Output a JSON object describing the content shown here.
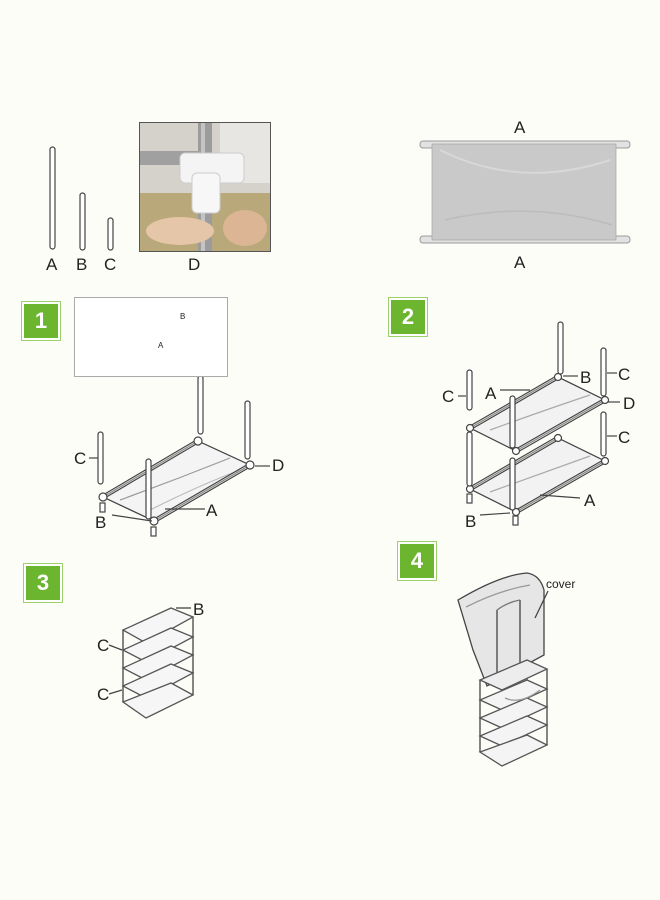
{
  "parts": {
    "rod_a": "A",
    "rod_b": "B",
    "rod_c": "C",
    "connector_d": "D",
    "shelf_top": "A",
    "shelf_bottom": "A"
  },
  "steps": [
    {
      "number": "1"
    },
    {
      "number": "2"
    },
    {
      "number": "3"
    },
    {
      "number": "4"
    }
  ],
  "step1": {
    "inset_b": "B",
    "inset_a": "A",
    "label_c": "C",
    "label_d": "D",
    "label_b": "B",
    "label_a": "A"
  },
  "step2": {
    "label_c_left": "C",
    "label_a_top": "A",
    "label_b_top": "B",
    "label_c_top_right": "C",
    "label_d": "D",
    "label_c_mid_right": "C",
    "label_a_bottom": "A",
    "label_b_bottom": "B"
  },
  "step3": {
    "label_b": "B",
    "label_c_top": "C",
    "label_c_bottom": "C"
  },
  "step4": {
    "cover_label": "cover"
  },
  "colors": {
    "badge_green": "#6cb62f",
    "line": "#444444",
    "shelf_fabric": "#c9c9c9"
  }
}
